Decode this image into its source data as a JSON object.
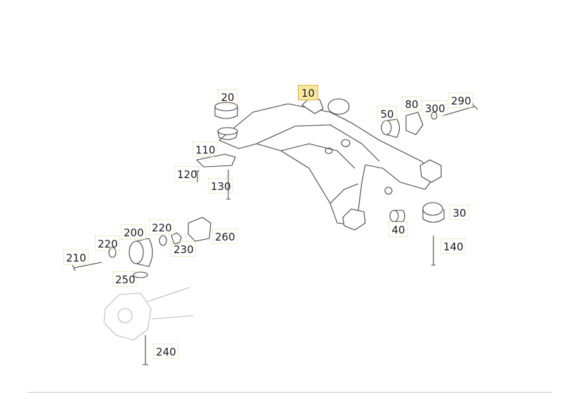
{
  "callouts": [
    {
      "id": "c10",
      "label": "10",
      "selected": true
    },
    {
      "id": "c20",
      "label": "20"
    },
    {
      "id": "c30",
      "label": "30"
    },
    {
      "id": "c40",
      "label": "40"
    },
    {
      "id": "c50",
      "label": "50"
    },
    {
      "id": "c80",
      "label": "80"
    },
    {
      "id": "c110",
      "label": "110"
    },
    {
      "id": "c120",
      "label": "120"
    },
    {
      "id": "c130",
      "label": "130"
    },
    {
      "id": "c140",
      "label": "140"
    },
    {
      "id": "c200",
      "label": "200"
    },
    {
      "id": "c210",
      "label": "210"
    },
    {
      "id": "c220a",
      "label": "220"
    },
    {
      "id": "c220b",
      "label": "220"
    },
    {
      "id": "c230",
      "label": "230"
    },
    {
      "id": "c240",
      "label": "240"
    },
    {
      "id": "c250",
      "label": "250"
    },
    {
      "id": "c260",
      "label": "260"
    },
    {
      "id": "c290",
      "label": "290"
    },
    {
      "id": "c300",
      "label": "300"
    }
  ],
  "colors": {
    "highlight": "#fbe7a1",
    "line": "#444444"
  }
}
